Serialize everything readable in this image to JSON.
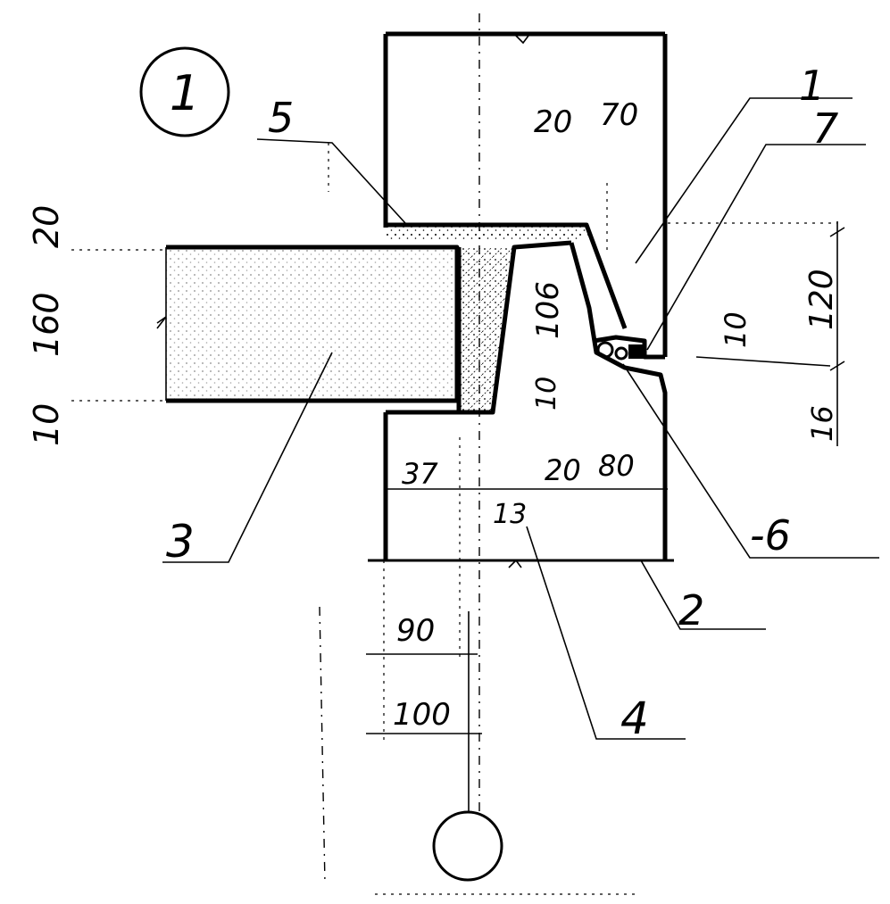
{
  "detail": {
    "number": "1"
  },
  "callouts": {
    "c1": "1",
    "c2": "2",
    "c3": "3",
    "c4": "4",
    "c5": "5",
    "c6": "-6",
    "c7": "7"
  },
  "dimensions": {
    "left_20": "20",
    "left_160": "160",
    "left_10": "10",
    "top_20": "20",
    "top_70": "70",
    "right_10": "10",
    "right_120": "120",
    "right_16": "16",
    "mid_106": "106",
    "mid_10": "10",
    "bot_37": "37",
    "bot_13": "13",
    "bot_20": "20",
    "bot_80": "80",
    "bot_90": "90",
    "bot_100": "100"
  }
}
